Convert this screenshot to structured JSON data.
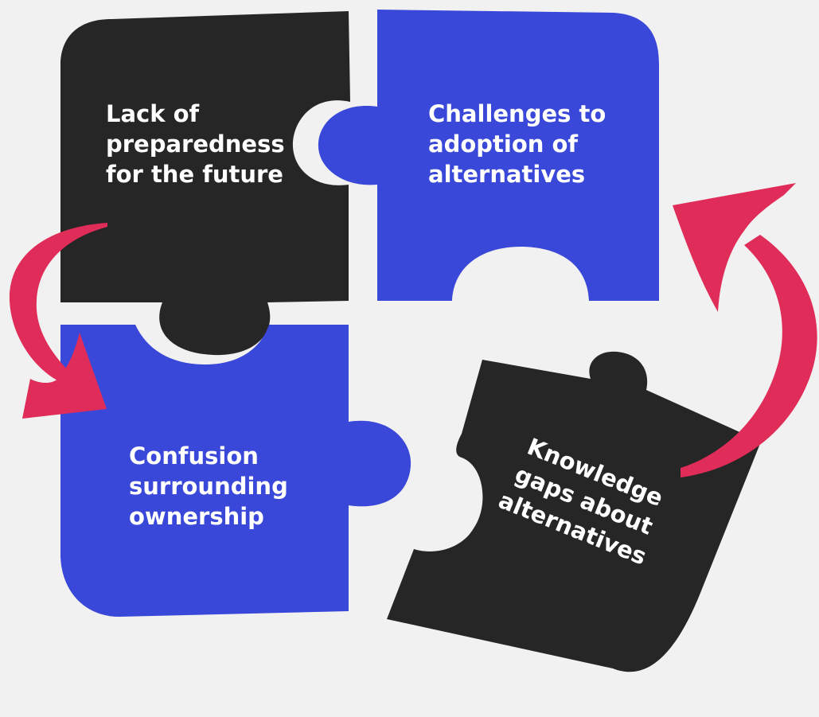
{
  "colors": {
    "background": "#f2f1f1",
    "dark_piece": "#262626",
    "blue_piece": "#3a48d9",
    "arrow": "#e02c58",
    "text": "#ffffff"
  },
  "pieces": {
    "top_left": {
      "lines": [
        "Lack of",
        "preparedness",
        "for the future"
      ]
    },
    "top_right": {
      "lines": [
        "Challenges to",
        "adoption of",
        "alternatives"
      ]
    },
    "bottom_left": {
      "lines": [
        "Confusion",
        "surrounding",
        "ownership"
      ]
    },
    "bottom_right": {
      "lines": [
        "Knowledge",
        "gaps about",
        "alternatives"
      ]
    }
  }
}
